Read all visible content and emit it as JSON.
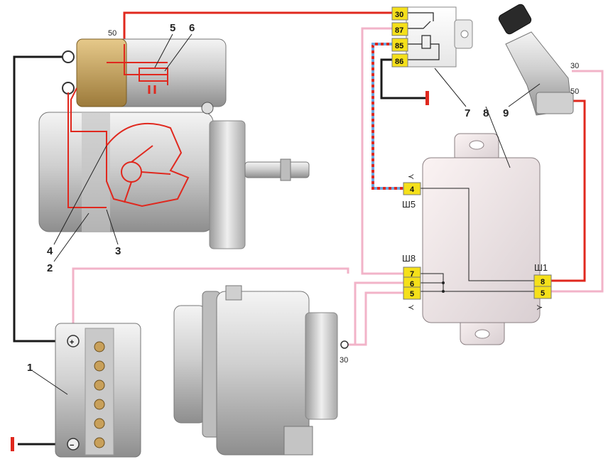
{
  "labels": {
    "battery": "1",
    "starter_housing": "2",
    "starter_winding": "3",
    "starter_brushes": "4",
    "solenoid_contact": "5",
    "solenoid_coil": "6",
    "relay": "7",
    "control_unit": "8",
    "ignition_switch": "9"
  },
  "terminals": {
    "starter_50": "50",
    "switch_30": "30",
    "switch_50": "50",
    "alternator_30": "30"
  },
  "relay_pins": [
    "30",
    "87",
    "85",
    "86"
  ],
  "connectors": {
    "sh5": "Ш5",
    "sh8": "Ш8",
    "sh1": "Ш1"
  },
  "unit_pins": {
    "sh5_pin": "4",
    "sh8_pins": [
      "7",
      "6",
      "5"
    ],
    "sh1_pins": [
      "8",
      "5"
    ]
  },
  "battery_symbols": {
    "plus": "+",
    "minus": "−"
  },
  "colors": {
    "red_wire": "#e0281e",
    "pink_wire": "#f2b3c8",
    "black_wire": "#1a1a1a",
    "blue_wire": "#6aa8e0",
    "terminal_yellow": "#f5e01a",
    "metal_gray": "#d6d6d6"
  }
}
